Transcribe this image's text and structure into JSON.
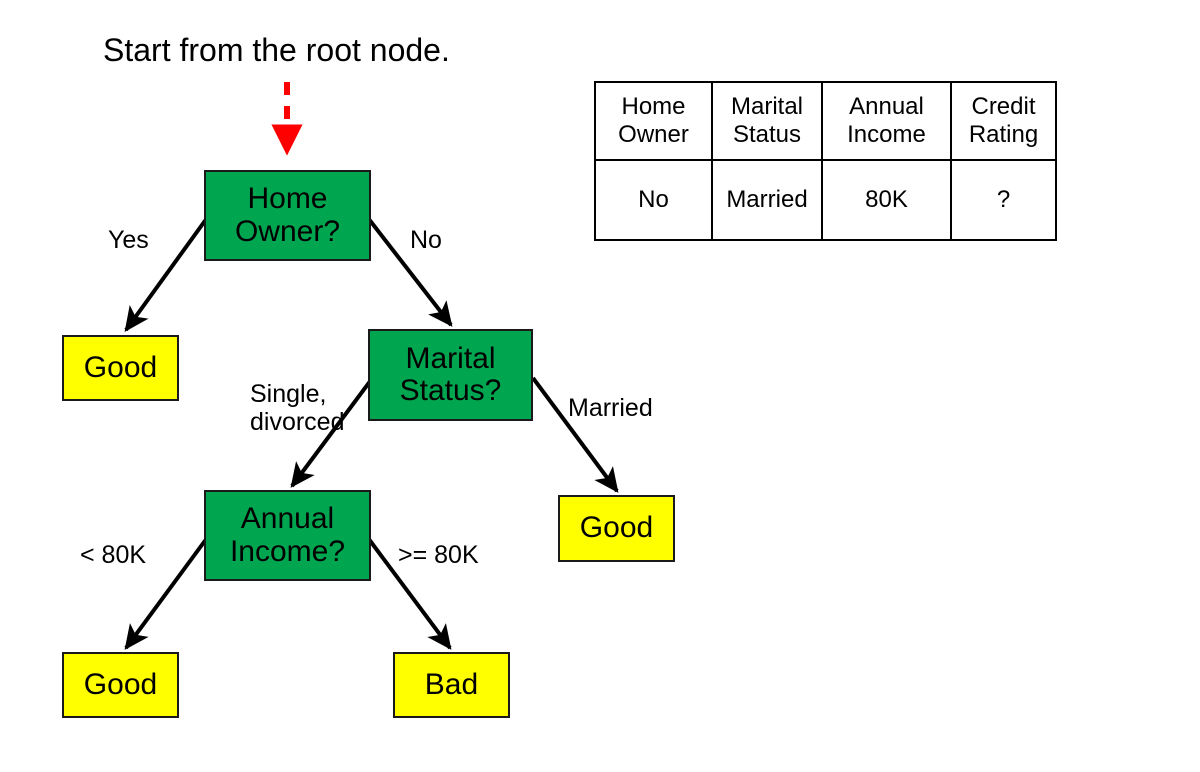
{
  "caption": {
    "text": "Start from the root node."
  },
  "start_arrow": {
    "name": "start-arrow",
    "style": "dashed",
    "color": "#ff0000",
    "direction": "down"
  },
  "colors": {
    "internal_node": "#00a550",
    "leaf_node": "#ffff00",
    "node_border": "#1a1a1a",
    "edge": "#000000",
    "start_arrow": "#ff0000",
    "text": "#000000",
    "background": "#ffffff"
  },
  "tree": {
    "nodes": [
      {
        "id": "root",
        "type": "internal",
        "label": "Home\nOwner?"
      },
      {
        "id": "leaf-yes",
        "type": "leaf",
        "label": "Good"
      },
      {
        "id": "marital",
        "type": "internal",
        "label": "Marital\nStatus?"
      },
      {
        "id": "leaf-married",
        "type": "leaf",
        "label": "Good"
      },
      {
        "id": "income",
        "type": "internal",
        "label": "Annual\nIncome?"
      },
      {
        "id": "leaf-lt80k",
        "type": "leaf",
        "label": "Good"
      },
      {
        "id": "leaf-gte80k",
        "type": "leaf",
        "label": "Bad"
      }
    ],
    "edges": [
      {
        "id": "root-yes",
        "from": "root",
        "to": "leaf-yes",
        "label": "Yes"
      },
      {
        "id": "root-no",
        "from": "root",
        "to": "marital",
        "label": "No"
      },
      {
        "id": "marital-single",
        "from": "marital",
        "to": "income",
        "label": "Single,\ndivorced"
      },
      {
        "id": "marital-married",
        "from": "marital",
        "to": "leaf-married",
        "label": "Married"
      },
      {
        "id": "income-lt",
        "from": "income",
        "to": "leaf-lt80k",
        "label": "< 80K"
      },
      {
        "id": "income-gte",
        "from": "income",
        "to": "leaf-gte80k",
        "label": ">= 80K"
      }
    ]
  },
  "record_table": {
    "headers": [
      "Home\nOwner",
      "Marital\nStatus",
      "Annual\nIncome",
      "Credit\nRating"
    ],
    "rows": [
      [
        "No",
        "Married",
        "80K",
        "?"
      ]
    ]
  }
}
